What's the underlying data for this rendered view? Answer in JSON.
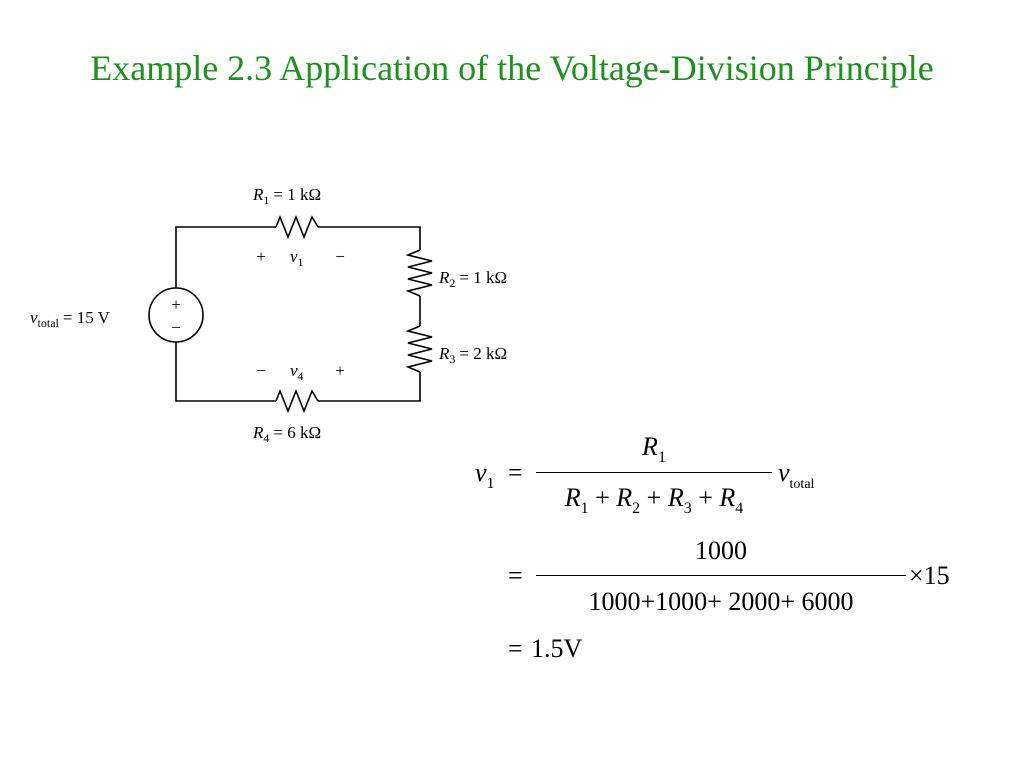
{
  "title": "Example 2.3 Application of the Voltage-Division Principle",
  "colors": {
    "title": "#1f8f1f",
    "ink": "#000000",
    "background": "#ffffff"
  },
  "circuit": {
    "source": {
      "symbol": "v",
      "subscript": "total",
      "value_text": "= 15 V",
      "plus_sign": "+",
      "minus_sign": "−"
    },
    "r1": {
      "symbol": "R",
      "subscript": "1",
      "value_text": "= 1 kΩ"
    },
    "r2": {
      "symbol": "R",
      "subscript": "2",
      "value_text": "= 1 kΩ"
    },
    "r3": {
      "symbol": "R",
      "subscript": "3",
      "value_text": "= 2 kΩ"
    },
    "r4": {
      "symbol": "R",
      "subscript": "4",
      "value_text": "= 6 kΩ"
    },
    "v1": {
      "symbol": "v",
      "subscript": "1",
      "left_sign": "+",
      "right_sign": "−"
    },
    "v4": {
      "symbol": "v",
      "subscript": "4",
      "left_sign": "−",
      "right_sign": "+"
    }
  },
  "equation": {
    "lhs_symbol": "v",
    "lhs_sub": "1",
    "equals": "=",
    "line1": {
      "numerator": {
        "symbol": "R",
        "sub": "1"
      },
      "denominator": [
        {
          "symbol": "R",
          "sub": "1"
        },
        {
          "op": "+",
          "symbol": "R",
          "sub": "2"
        },
        {
          "op": "+",
          "symbol": "R",
          "sub": "3"
        },
        {
          "op": "+",
          "symbol": "R",
          "sub": "4"
        }
      ],
      "factor_symbol": "v",
      "factor_sub": "total"
    },
    "line2": {
      "numerator": "1000",
      "denominator": "1000+1000+ 2000+ 6000",
      "multiplier": "×15"
    },
    "line3": {
      "result": "1.5V"
    }
  }
}
